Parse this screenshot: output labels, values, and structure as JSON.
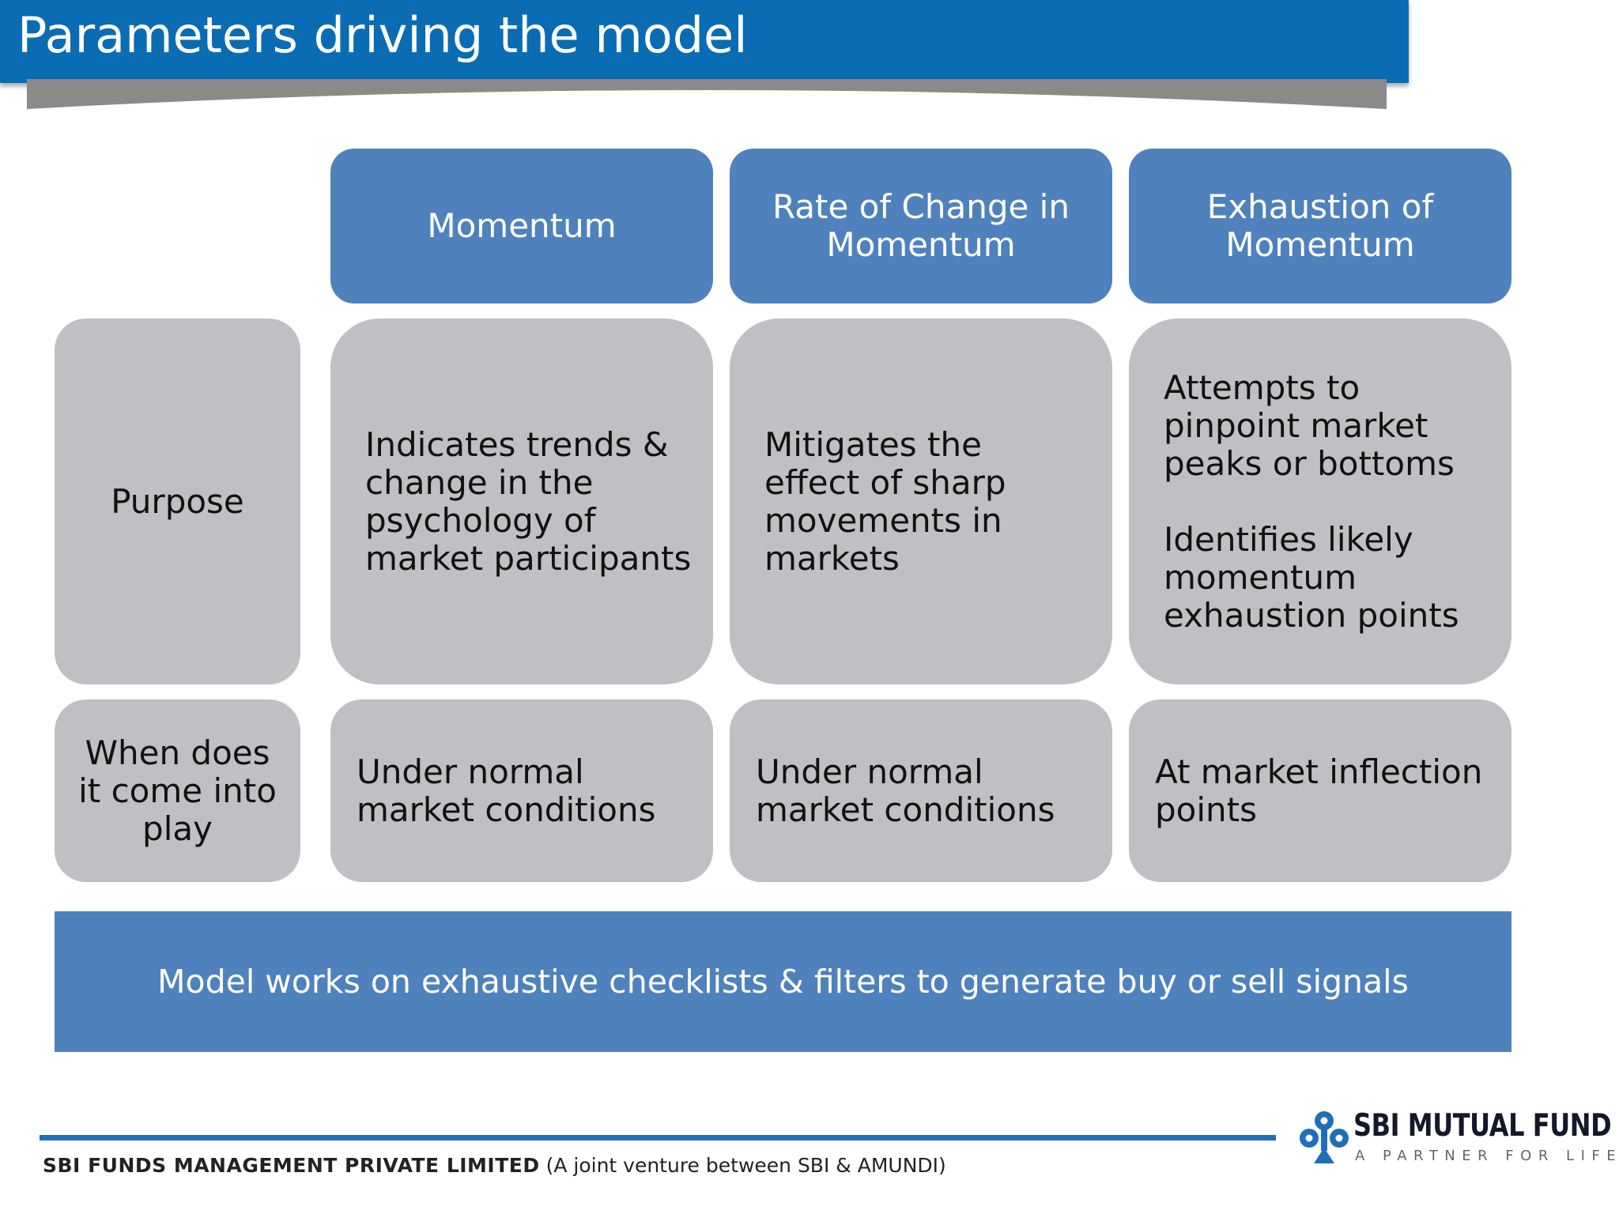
{
  "header": {
    "title": "Parameters driving the model"
  },
  "columns": [
    {
      "label": "Momentum"
    },
    {
      "label": "Rate of Change in Momentum"
    },
    {
      "label": "Exhaustion of Momentum"
    }
  ],
  "rows": {
    "purpose": {
      "label": "Purpose",
      "cells": [
        "Indicates trends & change in the psychology of market participants",
        "Mitigates the effect of sharp movements in markets",
        [
          "Attempts to pinpoint market peaks or bottoms",
          "Identifies likely momentum exhaustion points"
        ]
      ]
    },
    "when": {
      "label": "When does it come into play",
      "cells": [
        "Under normal market conditions",
        "Under normal market conditions",
        "At market inflection points"
      ]
    }
  },
  "banner": {
    "text": "Model works on exhaustive checklists & filters to generate buy or sell signals"
  },
  "footer": {
    "company": "SBI FUNDS MANAGEMENT PRIVATE LIMITED",
    "note": "(A joint venture between SBI & AMUNDI)"
  },
  "logo": {
    "name": "SBI MUTUAL FUND",
    "tagline": "A PARTNER FOR LIFE",
    "icon": "club-icon",
    "color": "#1e6fb8"
  },
  "colors": {
    "title_bar": "#0a6cb3",
    "header_box": "#4f81bd",
    "cell_box": "#c0bfc3",
    "banner": "#4f81bd"
  }
}
